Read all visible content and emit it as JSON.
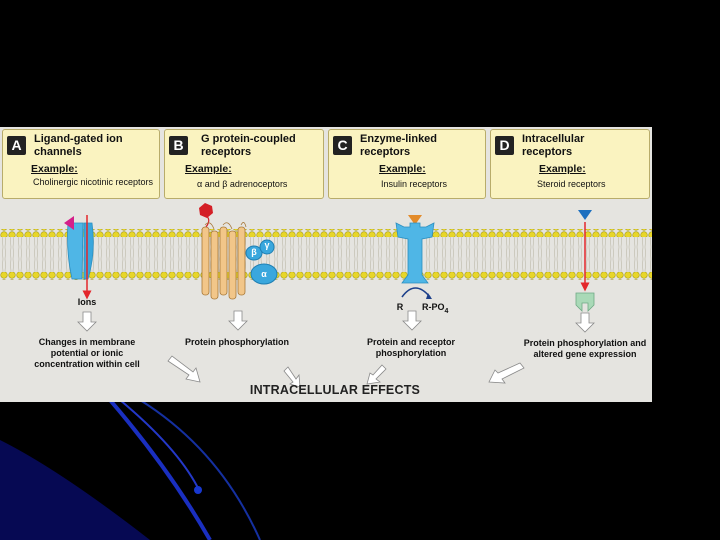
{
  "panels": [
    {
      "letter": "A",
      "title": "Ligand-gated ion channels",
      "example_label": "Example:",
      "example": "Cholinergic nicotinic receptors"
    },
    {
      "letter": "B",
      "title": "G protein-coupled receptors",
      "example_label": "Example:",
      "example": "α and β adrenoceptors"
    },
    {
      "letter": "C",
      "title": "Enzyme-linked receptors",
      "example_label": "Example:",
      "example": "Insulin receptors"
    },
    {
      "letter": "D",
      "title": "Intracellular receptors",
      "example_label": "Example:",
      "example": "Steroid receptors"
    }
  ],
  "labels": {
    "ions": "Ions",
    "a_effect": "Changes in membrane potential or ionic concentration within cell",
    "b_effect": "Protein phosphorylation",
    "c_effect": "Protein and receptor phosphorylation",
    "d_effect": "Protein phosphorylation and altered gene expression",
    "r": "R",
    "r_po4": "R-PO",
    "po4_sub": "4",
    "beta": "β",
    "gamma": "γ",
    "alpha": "α"
  },
  "intracellular_effects": "INTRACELLULAR EFFECTS",
  "colors": {
    "panel_bg": "#faf3c0",
    "membrane_head": "#e8d629",
    "receptor_blue": "#4fb6e6",
    "helix_orange": "#f2c689",
    "ligand_magenta": "#d4208a",
    "ligand_red": "#d41f26",
    "ligand_orange": "#e38b2a",
    "ligand_blue": "#1c6fbf",
    "receptor_green": "#a9d9b7",
    "arrow_red": "#e3262b"
  }
}
